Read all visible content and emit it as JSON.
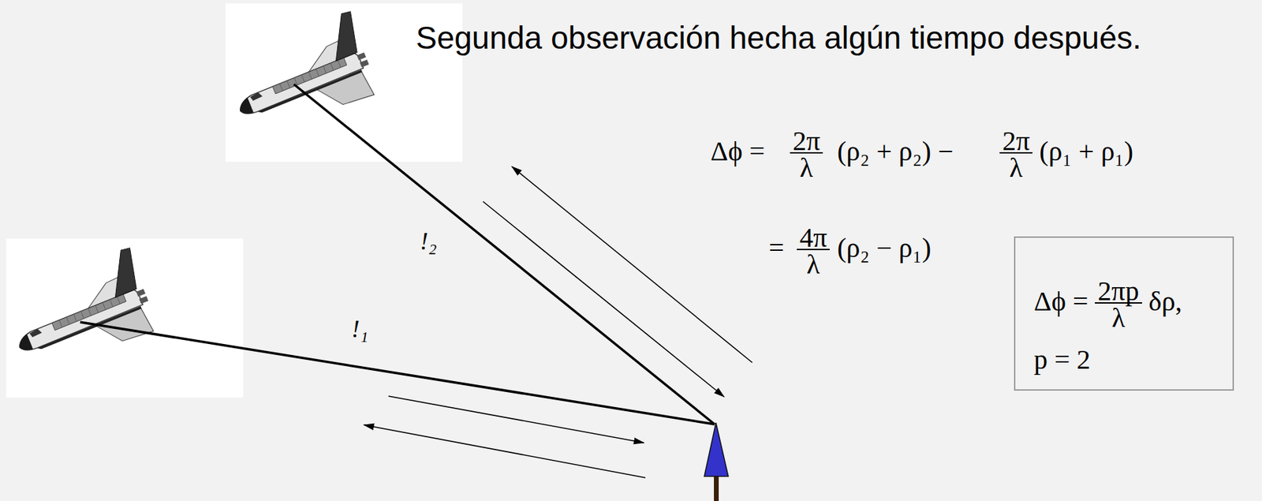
{
  "diagram": {
    "title": "Segunda observación hecha algún tiempo después.",
    "nodes": [
      {
        "text": [
          "Δϕ =",
          "2πp",
          "λ",
          "δρ,",
          "p = 2"
        ]
      }
    ],
    "labels": [
      "!₂",
      "!₁",
      "Δϕ =",
      "2π",
      "λ",
      "(ρ₂ + ρ₂) −",
      "2π",
      "λ",
      "(ρ₁ + ρ₁)",
      "=",
      "4π",
      "λ",
      "(ρ₂ − ρ₁)"
    ]
  }
}
